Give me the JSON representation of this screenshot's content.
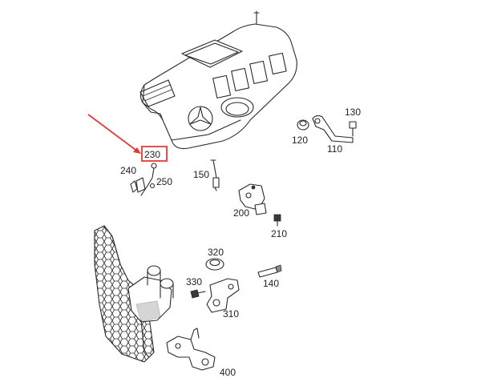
{
  "diagram": {
    "highlight_color": "#e53935",
    "labels": {
      "p110": "110",
      "p120": "120",
      "p130": "130",
      "p140": "140",
      "p150": "150",
      "p200": "200",
      "p210": "210",
      "p230": "230",
      "p240": "240",
      "p250": "250",
      "p310": "310",
      "p320": "320",
      "p330": "330",
      "p400": "400"
    }
  }
}
